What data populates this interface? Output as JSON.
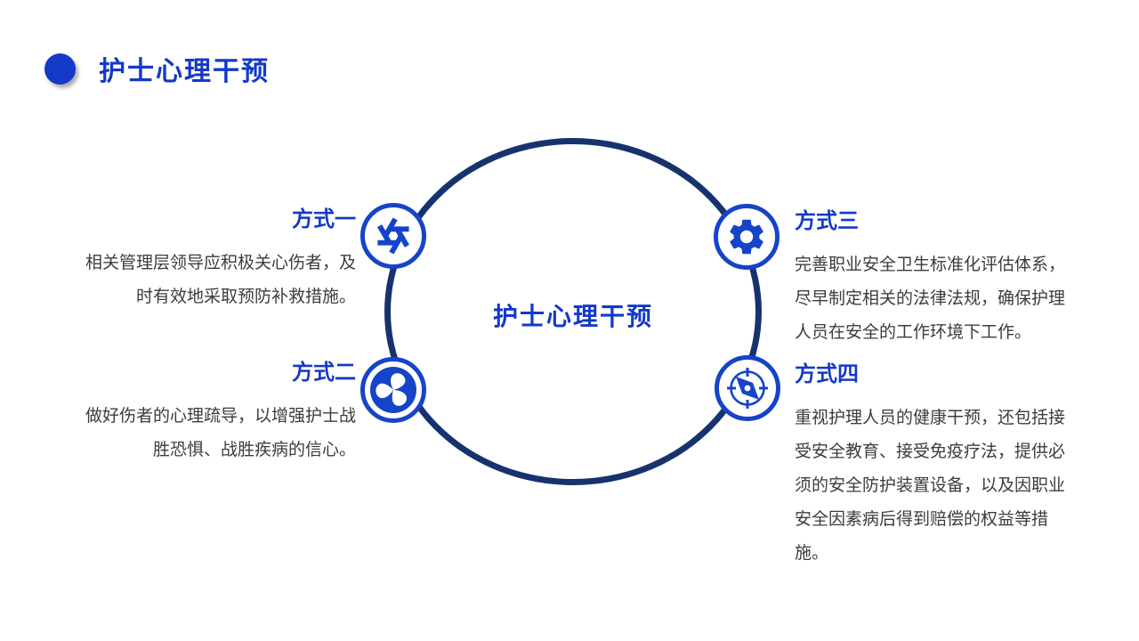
{
  "slide": {
    "header": {
      "title": "护士心理干预"
    },
    "center_label": "护士心理干预",
    "colors": {
      "accent_blue": "#1439C8",
      "icon_blue": "#1544C8",
      "ring_navy": "#16336E",
      "body_text": "#3C3C3C",
      "background": "#FFFFFF"
    },
    "methods": [
      {
        "label": "方式一",
        "icon": "aperture-icon",
        "text": "相关管理层领导应积极关心伤者，及时有效地采取预防补救措施。"
      },
      {
        "label": "方式二",
        "icon": "pinwheel-icon",
        "text": "做好伤者的心理疏导，以增强护士战胜恐惧、战胜疾病的信心。"
      },
      {
        "label": "方式三",
        "icon": "gear-icon",
        "text": "完善职业安全卫生标准化评估体系，尽早制定相关的法律法规，确保护理人员在安全的工作环境下工作。"
      },
      {
        "label": "方式四",
        "icon": "compass-icon",
        "text": "重视护理人员的健康干预，还包括接受安全教育、接受免疫疗法，提供必须的安全防护装置设备，以及因职业安全因素病后得到赔偿的权益等措施。"
      }
    ]
  }
}
